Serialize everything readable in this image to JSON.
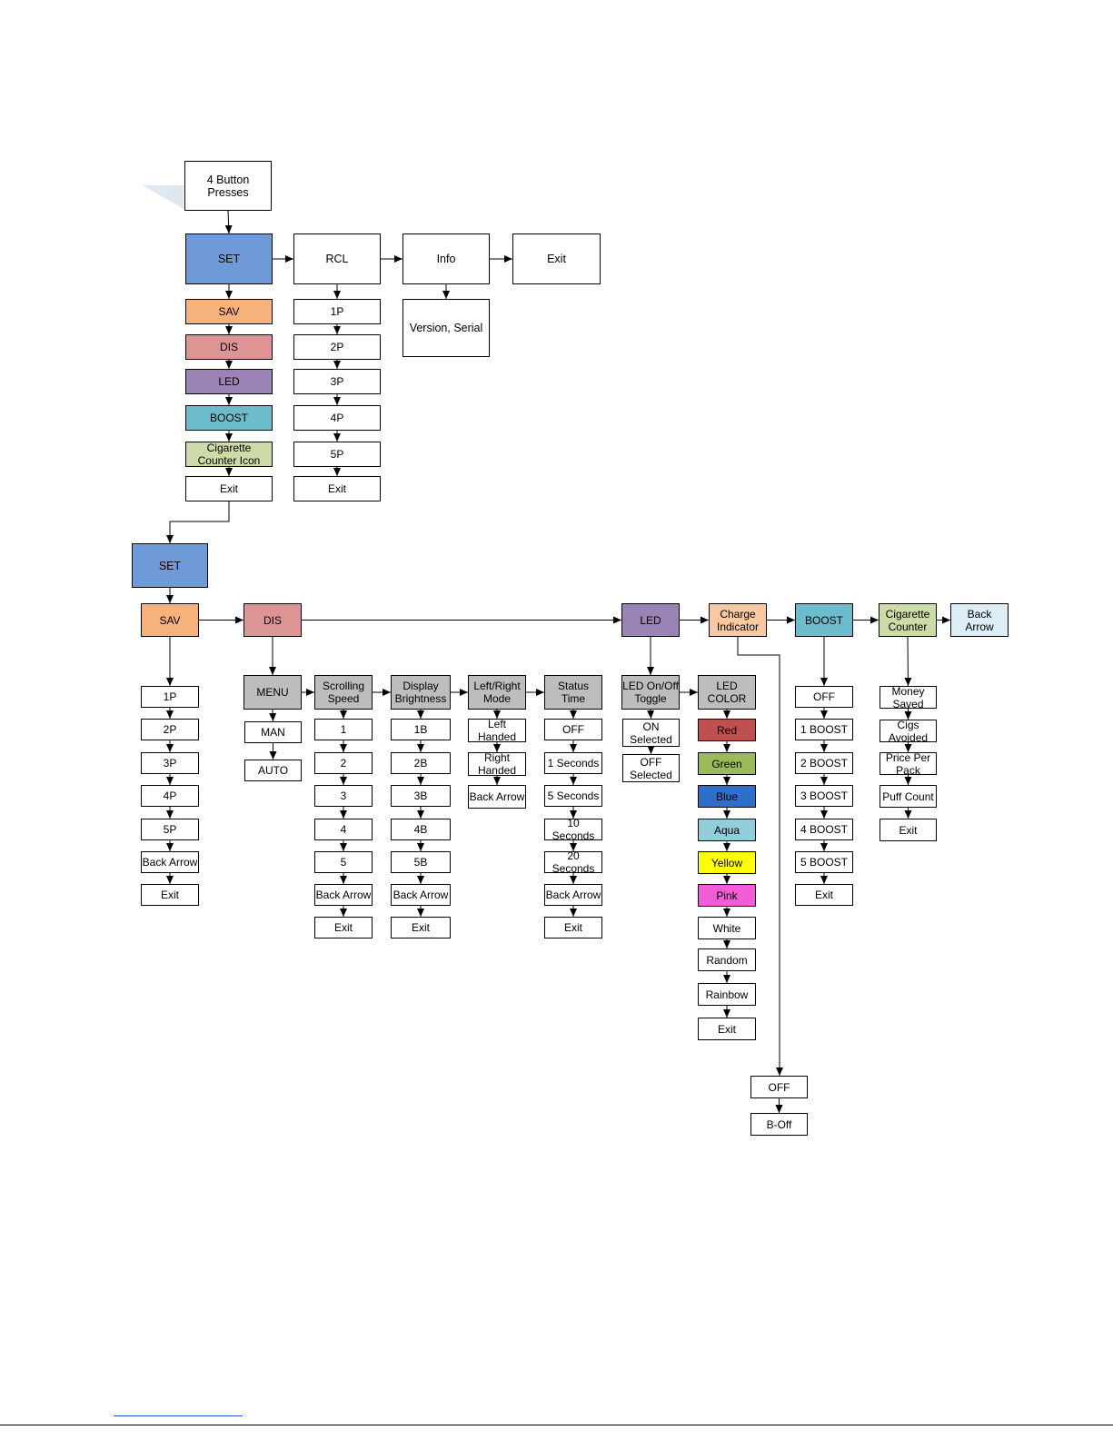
{
  "colors": {
    "set": "#6e9ad8",
    "sav": "#f7b27c",
    "dis": "#dc9494",
    "led": "#9b82b4",
    "boost": "#6dbccc",
    "cigarette": "#cddca6",
    "gray": "#bdbdbd",
    "charge": "#f8c8a0",
    "back_arrow": "#dcedf5",
    "red": "#c0504d",
    "green": "#9bbb59",
    "blue": "#2f6ecb",
    "aqua": "#92cddc",
    "yellow": "#ffff00",
    "pink": "#f25cd6",
    "white": "#ffffff"
  },
  "diagram": {
    "top": {
      "start": "4 Button Presses",
      "set": "SET",
      "rcl": "RCL",
      "info": "Info",
      "exit": "Exit",
      "version": "Version, Serial",
      "set_items": [
        "SAV",
        "DIS",
        "LED",
        "BOOST",
        "Cigarette\nCounter Icon",
        "Exit"
      ],
      "rcl_items": [
        "1P",
        "2P",
        "3P",
        "4P",
        "5P",
        "Exit"
      ]
    },
    "bottom": {
      "set": "SET",
      "sav": {
        "label": "SAV",
        "items": [
          "1P",
          "2P",
          "3P",
          "4P",
          "5P",
          "Back Arrow",
          "Exit"
        ]
      },
      "dis": {
        "label": "DIS",
        "menu": "MENU",
        "menu_items": [
          "MAN",
          "AUTO"
        ],
        "scrolling_speed": {
          "label": "Scrolling\nSpeed",
          "items": [
            "1",
            "2",
            "3",
            "4",
            "5",
            "Back Arrow",
            "Exit"
          ]
        },
        "display_brightness": {
          "label": "Display\nBrightness",
          "items": [
            "1B",
            "2B",
            "3B",
            "4B",
            "5B",
            "Back Arrow",
            "Exit"
          ]
        },
        "left_right_mode": {
          "label": "Left/Right\nMode",
          "items": [
            "Left\nHanded",
            "Right\nHanded",
            "Back Arrow"
          ]
        },
        "status_time": {
          "label": "Status\nTime",
          "items": [
            "OFF",
            "1 Seconds",
            "5 Seconds",
            "10 Seconds",
            "20 Seconds",
            "Back Arrow",
            "Exit"
          ]
        }
      },
      "led": {
        "label": "LED",
        "toggle": {
          "label": "LED On/Off\nToggle",
          "items": [
            "ON\nSelected",
            "OFF\nSelected"
          ]
        },
        "color": {
          "label": "LED\nCOLOR",
          "items": [
            "Red",
            "Green",
            "Blue",
            "Aqua",
            "Yellow",
            "Pink",
            "White",
            "Random",
            "Rainbow",
            "Exit"
          ]
        }
      },
      "charge_indicator": {
        "label": "Charge\nIndicator",
        "items": [
          "OFF",
          "B-Off"
        ]
      },
      "boost": {
        "label": "BOOST",
        "items": [
          "OFF",
          "1 BOOST",
          "2 BOOST",
          "3 BOOST",
          "4 BOOST",
          "5 BOOST",
          "Exit"
        ]
      },
      "cigarette_counter": {
        "label": "Cigarette\nCounter",
        "items": [
          "Money\nSaved",
          "Cigs\nAvoided",
          "Price Per\nPack",
          "Puff Count",
          "Exit"
        ]
      },
      "back_arrow": "Back\nArrow"
    }
  }
}
